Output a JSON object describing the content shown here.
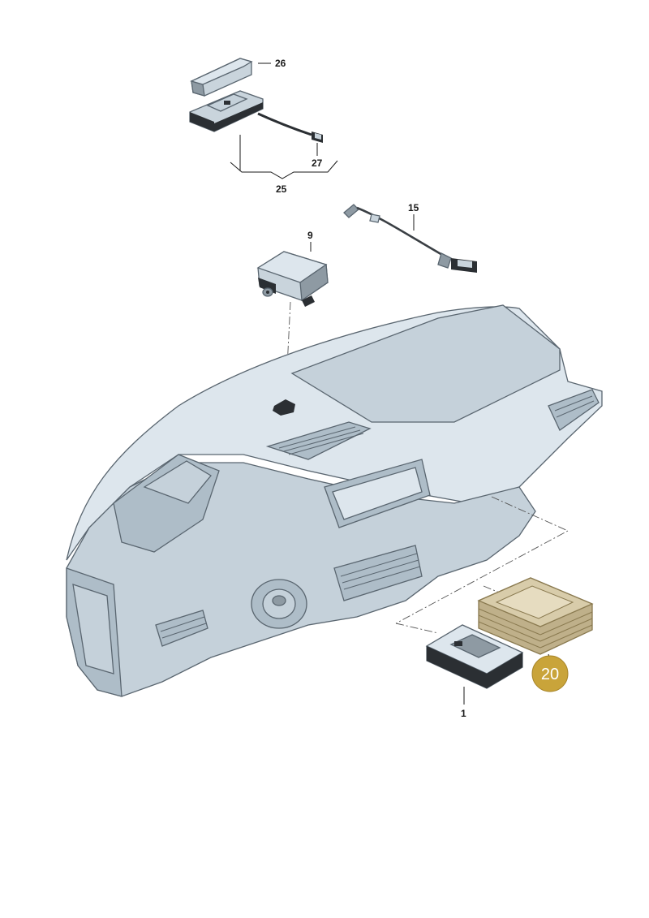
{
  "callouts": {
    "c26": "26",
    "c27": "27",
    "c25": "25",
    "c15": "15",
    "c9": "9",
    "c20": "20",
    "c1": "1"
  },
  "colors": {
    "highlight_badge": "#c9a43a",
    "highlight_part": "#d8ccaa",
    "line": "#5a6670"
  }
}
